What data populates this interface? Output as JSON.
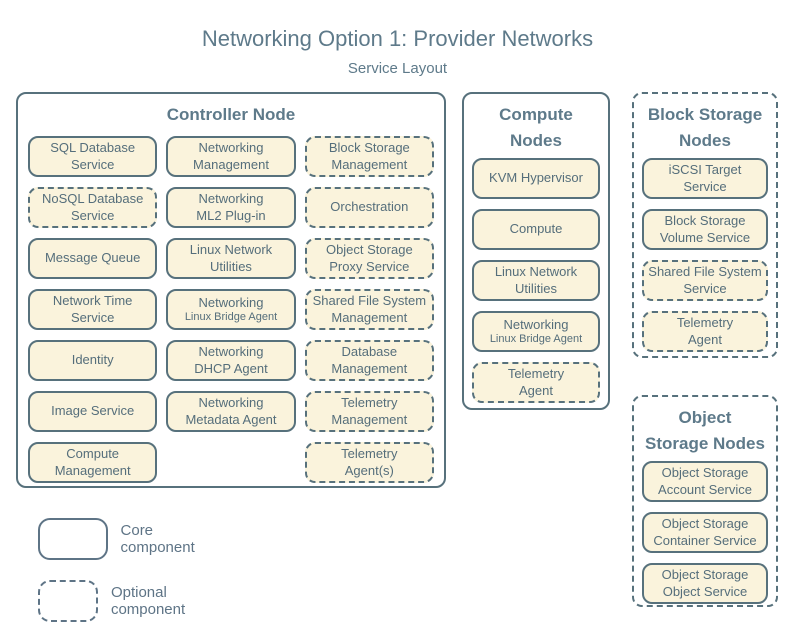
{
  "title": "Networking Option 1: Provider Networks",
  "subtitle": "Service Layout",
  "colors": {
    "background": "#ffffff",
    "box_fill": "#faf3dc",
    "line": "#57717c",
    "heading_text": "#5e7a8a",
    "box_text": "#556e7b"
  },
  "panels": {
    "controller": {
      "title": "Controller Node",
      "style": "core",
      "services": [
        {
          "label": "SQL Database\nService",
          "style": "core"
        },
        {
          "label": "Networking\nManagement",
          "style": "core"
        },
        {
          "label": "Block Storage\nManagement",
          "style": "optional"
        },
        {
          "label": "NoSQL Database\nService",
          "style": "optional"
        },
        {
          "label": "Networking\nML2 Plug-in",
          "style": "core"
        },
        {
          "label": "Orchestration",
          "style": "optional"
        },
        {
          "label": "Message Queue",
          "style": "core"
        },
        {
          "label": "Linux Network\nUtilities",
          "style": "core"
        },
        {
          "label": "Object Storage\nProxy Service",
          "style": "optional"
        },
        {
          "label": "Network Time\nService",
          "style": "core"
        },
        {
          "label": "Networking",
          "sub": "Linux Bridge Agent",
          "style": "core"
        },
        {
          "label": "Shared File System\nManagement",
          "style": "optional"
        },
        {
          "label": "Identity",
          "style": "core"
        },
        {
          "label": "Networking\nDHCP Agent",
          "style": "core"
        },
        {
          "label": "Database\nManagement",
          "style": "optional"
        },
        {
          "label": "Image Service",
          "style": "core"
        },
        {
          "label": "Networking\nMetadata Agent",
          "style": "core"
        },
        {
          "label": "Telemetry\nManagement",
          "style": "optional"
        },
        {
          "label": "Compute\nManagement",
          "style": "core"
        },
        {
          "label": "Telemetry\nAgent(s)",
          "style": "optional"
        }
      ]
    },
    "compute": {
      "title": "Compute\nNodes",
      "style": "core",
      "services": [
        {
          "label": "KVM Hypervisor",
          "style": "core"
        },
        {
          "label": "Compute",
          "style": "core"
        },
        {
          "label": "Linux Network\nUtilities",
          "style": "core"
        },
        {
          "label": "Networking",
          "sub": "Linux Bridge Agent",
          "style": "core"
        },
        {
          "label": "Telemetry\nAgent",
          "style": "optional"
        }
      ]
    },
    "block": {
      "title": "Block Storage\nNodes",
      "style": "optional",
      "services": [
        {
          "label": "iSCSI Target\nService",
          "style": "core"
        },
        {
          "label": "Block Storage\nVolume Service",
          "style": "core"
        },
        {
          "label": "Shared File System\nService",
          "style": "optional"
        },
        {
          "label": "Telemetry\nAgent",
          "style": "optional"
        }
      ]
    },
    "object": {
      "title": "Object\nStorage Nodes",
      "style": "optional",
      "services": [
        {
          "label": "Object Storage\nAccount Service",
          "style": "core"
        },
        {
          "label": "Object Storage\nContainer Service",
          "style": "core"
        },
        {
          "label": "Object Storage\nObject Service",
          "style": "core"
        }
      ]
    }
  },
  "legend": {
    "items": [
      {
        "style": "core",
        "label": "Core component"
      },
      {
        "style": "optional",
        "label": "Optional component"
      }
    ]
  }
}
